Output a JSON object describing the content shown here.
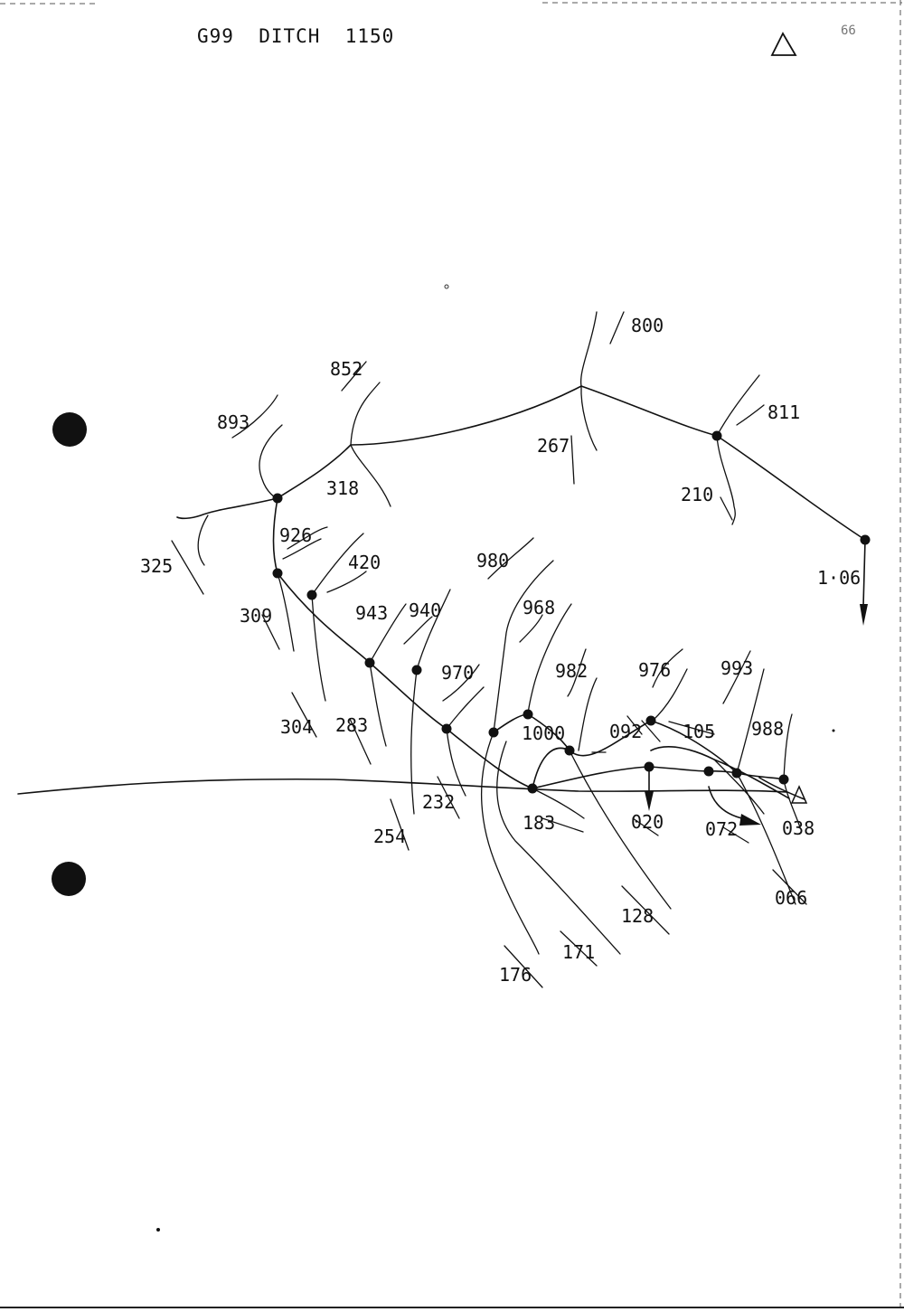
{
  "header": {
    "title": "G99  DITCH  1150",
    "corner_note": "66",
    "symbol": "triangle-icon"
  },
  "labels": [
    {
      "id": "800",
      "text": "800"
    },
    {
      "id": "852",
      "text": "852"
    },
    {
      "id": "893",
      "text": "893"
    },
    {
      "id": "811",
      "text": "811"
    },
    {
      "id": "267",
      "text": "267"
    },
    {
      "id": "318",
      "text": "318"
    },
    {
      "id": "210",
      "text": "210"
    },
    {
      "id": "926",
      "text": "926"
    },
    {
      "id": "325",
      "text": "325"
    },
    {
      "id": "420",
      "text": "420"
    },
    {
      "id": "980",
      "text": "980"
    },
    {
      "id": "1-06",
      "text": "1·06"
    },
    {
      "id": "309",
      "text": "309"
    },
    {
      "id": "943",
      "text": "943"
    },
    {
      "id": "940",
      "text": "940"
    },
    {
      "id": "968",
      "text": "968"
    },
    {
      "id": "970",
      "text": "970"
    },
    {
      "id": "982",
      "text": "982"
    },
    {
      "id": "976",
      "text": "976"
    },
    {
      "id": "993",
      "text": "993"
    },
    {
      "id": "304",
      "text": "304"
    },
    {
      "id": "283",
      "text": "283"
    },
    {
      "id": "1000",
      "text": "1000"
    },
    {
      "id": "092",
      "text": "092"
    },
    {
      "id": "105",
      "text": "105"
    },
    {
      "id": "988",
      "text": "988"
    },
    {
      "id": "232",
      "text": "232"
    },
    {
      "id": "183",
      "text": "183"
    },
    {
      "id": "020",
      "text": "020"
    },
    {
      "id": "072",
      "text": "072"
    },
    {
      "id": "038",
      "text": "038"
    },
    {
      "id": "254",
      "text": "254"
    },
    {
      "id": "066",
      "text": "066"
    },
    {
      "id": "128",
      "text": "128"
    },
    {
      "id": "171",
      "text": "171"
    },
    {
      "id": "176",
      "text": "176"
    }
  ],
  "icons": {
    "punch_hole": "punch-hole-icon",
    "survey_point": "survey-point-icon",
    "flow_arrow": "arrow-down-icon"
  }
}
